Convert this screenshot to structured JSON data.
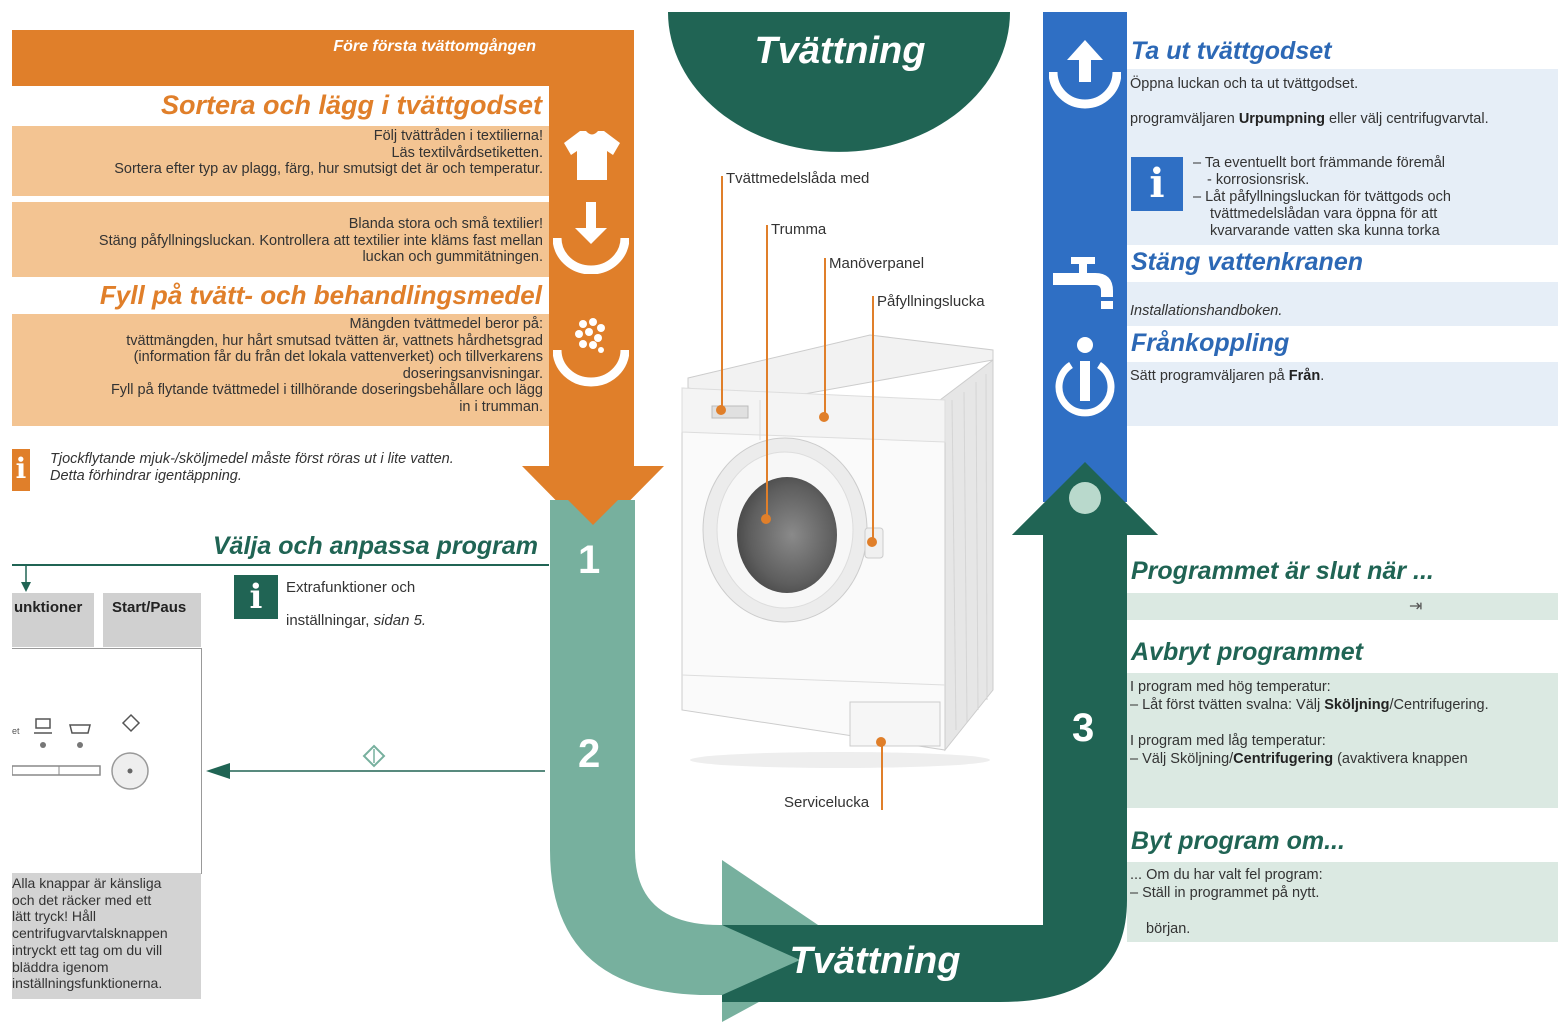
{
  "left": {
    "banner": "Före första tvättomgången",
    "sort_title": "Sortera och lägg i tvättgodset",
    "sort_box1": [
      "Följ tvättråden i textilierna!",
      "Läs textilvårdsetiketten.",
      "Sortera efter typ av plagg, färg, hur smutsigt det är och temperatur."
    ],
    "sort_box2": [
      "Blanda stora och små textilier!",
      "Stäng påfyllningsluckan. Kontrollera att textilier inte kläms fast mellan",
      "luckan och gummitätningen."
    ],
    "fill_title": "Fyll på tvätt- och behandlingsmedel",
    "fill_box": [
      "Mängden tvättmedel beror på:",
      "tvättmängden, hur hårt smutsad tvätten är, vattnets hårdhetsgrad",
      "(information får du från det lokala vattenverket) och tillverkarens",
      "doseringsanvisningar.",
      "Fyll på flytande tvättmedel i tillhörande doseringsbehållare och lägg",
      "in i trumman."
    ],
    "note": [
      "Tjockflytande mjuk-/sköljmedel måste först röras ut i lite vatten.",
      "Detta förhindrar igentäppning."
    ],
    "program_title": "Välja och anpassa program",
    "program_info_1": "Extrafunktioner och",
    "program_info_2": "inställningar,",
    "program_info_page": "sidan 5.",
    "tab_funktioner": "unktioner",
    "tab_startpaus": "Start/Paus",
    "panel_note": [
      "Alla knappar är känsliga",
      "och det räcker med ett",
      "lätt tryck! Håll",
      "centrifugvarvtalsknappen",
      "intryckt ett tag om du vill",
      "bläddra igenom",
      "inställningsfunktionerna."
    ]
  },
  "center": {
    "top_title": "Tvättning",
    "bottom_title": "Tvättning",
    "step1": "1",
    "step2": "2",
    "step3": "3",
    "callouts": {
      "drawer": "Tvättmedelslåda med",
      "drum": "Trumma",
      "panel": "Manöverpanel",
      "door": "Påfyllningslucka",
      "service": "Servicelucka"
    }
  },
  "right": {
    "remove_title": "Ta ut tvättgodset",
    "remove_line1": "Öppna luckan och ta ut tvättgodset.",
    "remove_line2_a": "programväljaren ",
    "remove_line2_b": "Urpumpning",
    "remove_line2_c": " eller välj centrifugvarvtal.",
    "remove_info": [
      "– Ta eventuellt bort främmande föremål",
      "- korrosionsrisk.",
      "– Låt påfyllningsluckan för tvättgods och",
      "tvättmedelslådan vara öppna för att",
      "kvarvarande vatten ska kunna torka"
    ],
    "tap_title": "Stäng vattenkranen",
    "tap_text": "Installationshandboken.",
    "disconnect_title": "Frånkoppling",
    "disconnect_a": "Sätt programväljaren på ",
    "disconnect_b": "Från",
    "disconnect_c": ".",
    "end_title": "Programmet är slut när ...",
    "end_symbol": "⇥",
    "cancel_title": "Avbryt programmet",
    "cancel_1": "I program med hög temperatur:",
    "cancel_2a": "– Låt först tvätten svalna: Välj ",
    "cancel_2b": "Sköljning",
    "cancel_2c": "/Centrifugering.",
    "cancel_3": "I program med låg temperatur:",
    "cancel_4a": "– Välj Sköljning/",
    "cancel_4b": "Centrifugering",
    "cancel_4c": " (avaktivera knappen",
    "change_title": "Byt program om...",
    "change_1": "... Om du har valt fel program:",
    "change_2": "– Ställ in programmet på nytt.",
    "change_3": "början."
  },
  "colors": {
    "orange": "#e07f2a",
    "blue": "#2f6fc4",
    "teal_dark": "#206454",
    "teal_light": "#77b09e"
  },
  "icons": [
    "tshirt-icon",
    "load-arrow-icon",
    "detergent-icon",
    "info-icon",
    "unload-arrow-icon",
    "tap-icon",
    "power-icon",
    "washing-machine-image"
  ]
}
